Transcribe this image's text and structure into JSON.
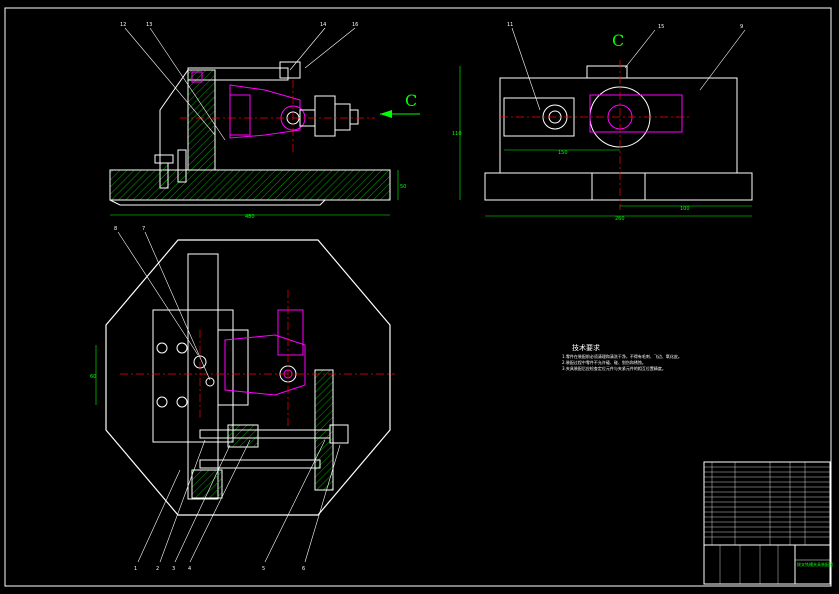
{
  "drawing": {
    "section_label": "C",
    "view_label": "C",
    "front_view": {
      "callouts": [
        "12",
        "13",
        "14",
        "16"
      ],
      "overall_width": "480",
      "height": "50"
    },
    "side_view": {
      "callouts": [
        "11",
        "15",
        "9"
      ],
      "height": "110",
      "inner_width": "150",
      "width_right": "100",
      "overall_width": "260"
    },
    "top_view": {
      "callouts_top": [
        "8",
        "7"
      ],
      "callouts_bottom": [
        "1",
        "2",
        "3",
        "4",
        "5",
        "6"
      ],
      "side_dim": "60"
    },
    "technical_notes": {
      "title": "技术要求",
      "lines": [
        "1.零件在装配前必须清理和清洗干净，不得有毛刺、飞边、氧化皮。",
        "2.装配过程中零件不允许磕、碰、划伤和锈蚀。",
        "3.夹具装配后应检查定位元件与夹紧元件的相互位置精度。"
      ]
    },
    "title_block": {
      "drawing_name": "拨叉铣槽夹具装配图"
    }
  }
}
